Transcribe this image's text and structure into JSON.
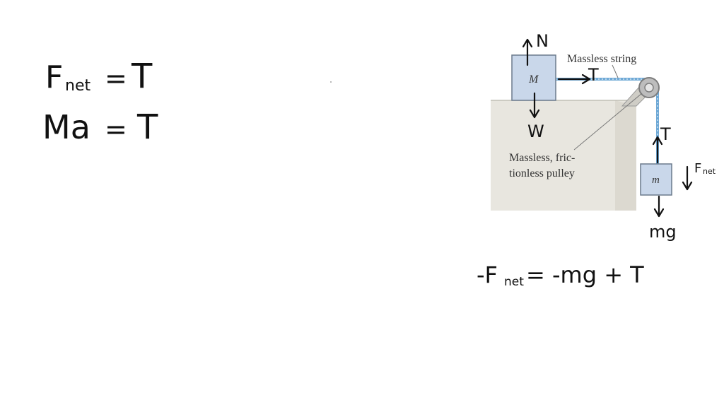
{
  "equations_left": {
    "eq1": {
      "lhs_main": "F",
      "lhs_sub": "net",
      "op": "=",
      "rhs": "T"
    },
    "eq2": {
      "lhs": "Ma",
      "op": "=",
      "rhs": "T"
    }
  },
  "equation_bottom": {
    "text": "-F",
    "sub": "net",
    "rest": " = -mg + T"
  },
  "diagram": {
    "block_M_label": "M",
    "block_m_label": "m",
    "string_label": "Massless string",
    "pulley_label_line1": "Massless, fric-",
    "pulley_label_line2": "tionless pulley",
    "force_N": "N",
    "force_W": "W",
    "force_T_horizontal": "T",
    "force_T_vertical": "T",
    "force_mg": "mg",
    "force_Fnet_main": "F",
    "force_Fnet_sub": "net",
    "colors": {
      "block_fill": "#c9d7ea",
      "block_stroke": "#6b7a8c",
      "table_fill": "#e8e6df",
      "string": "#6fa9d6",
      "pulley": "#9a9a9a"
    }
  }
}
